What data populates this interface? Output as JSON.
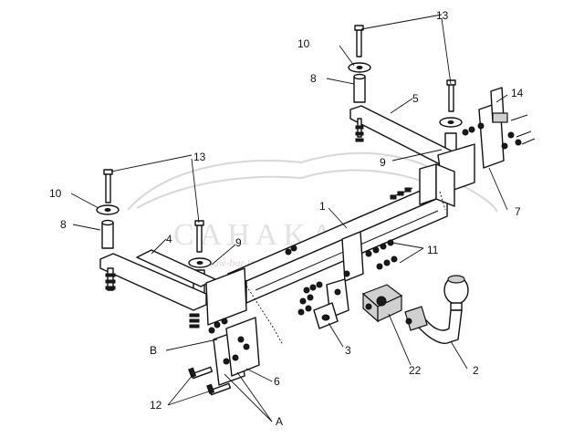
{
  "watermark": {
    "brand": "CAHAKA",
    "subtitle": "tow-bar trade"
  },
  "labels": {
    "l1": "1",
    "l2": "2",
    "l3": "3",
    "l4": "4",
    "l5": "5",
    "l6": "6",
    "l7": "7",
    "l8a": "8",
    "l8b": "8",
    "l9a": "9",
    "l9b": "9",
    "l10a": "10",
    "l10b": "10",
    "l11": "11",
    "l12": "12",
    "l13a": "13",
    "l13b": "13",
    "l14": "14",
    "l22": "22",
    "lA": "A",
    "lB": "B"
  }
}
